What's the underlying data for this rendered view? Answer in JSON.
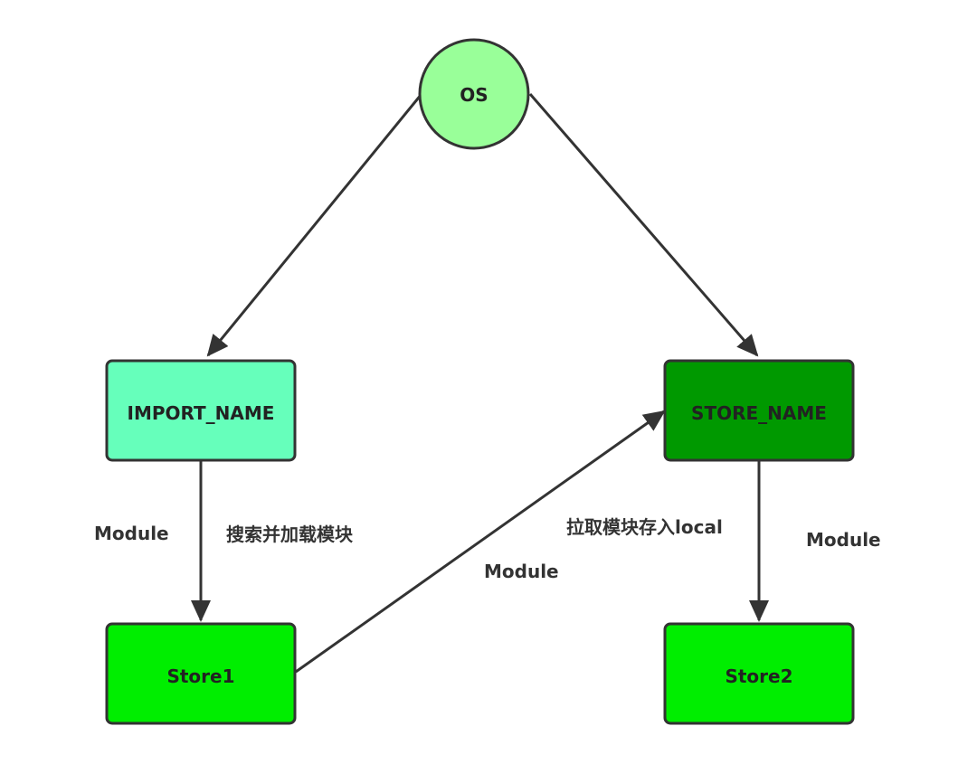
{
  "nodes": {
    "os": {
      "label": "OS",
      "fill": "#99ff99"
    },
    "import_name": {
      "label": "IMPORT_NAME",
      "fill": "#66ffbb"
    },
    "store_name": {
      "label": "STORE_NAME",
      "fill": "#009900"
    },
    "store1": {
      "label": "Store1",
      "fill": "#00ee00"
    },
    "store2": {
      "label": "Store2",
      "fill": "#00ee00"
    }
  },
  "edge_labels": {
    "import_module": "Module",
    "import_desc": "搜索并加载模块",
    "store1_module": "Module",
    "store_desc": "拉取模块存入local",
    "store_module": "Module"
  },
  "colors": {
    "stroke": "#333333"
  }
}
